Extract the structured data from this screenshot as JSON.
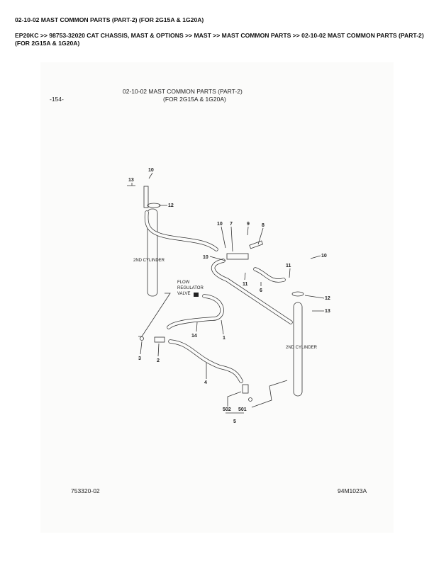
{
  "page": {
    "title": "02-10-02 MAST COMMON PARTS (PART-2) (FOR 2G15A & 1G20A)",
    "breadcrumb": "EP20KC >> 98753-32020 CAT CHASSIS, MAST & OPTIONS >> MAST >> MAST COMMON PARTS >> 02-10-02 MAST COMMON PARTS (PART-2) (FOR 2G15A & 1G20A)"
  },
  "diagram": {
    "page_number": "-154-",
    "heading_line1": "02-10-02   MAST COMMON PARTS (PART-2)",
    "heading_line2": "(FOR 2G15A & 1G20A)",
    "footer_left": "753320-02",
    "footer_right": "94M1023A",
    "cylinder_left": "2ND CYLINDER",
    "cylinder_right": "2ND CYLINDER",
    "flow_valve": [
      "FLOW",
      "REGULATOR",
      "VALVE"
    ],
    "callouts": [
      "10",
      "13",
      "12",
      "10",
      "7",
      "9",
      "8",
      "10",
      "10",
      "11",
      "11",
      "6",
      "12",
      "13",
      "14",
      "1",
      "3",
      "2",
      "4",
      "502",
      "501",
      "5"
    ]
  }
}
